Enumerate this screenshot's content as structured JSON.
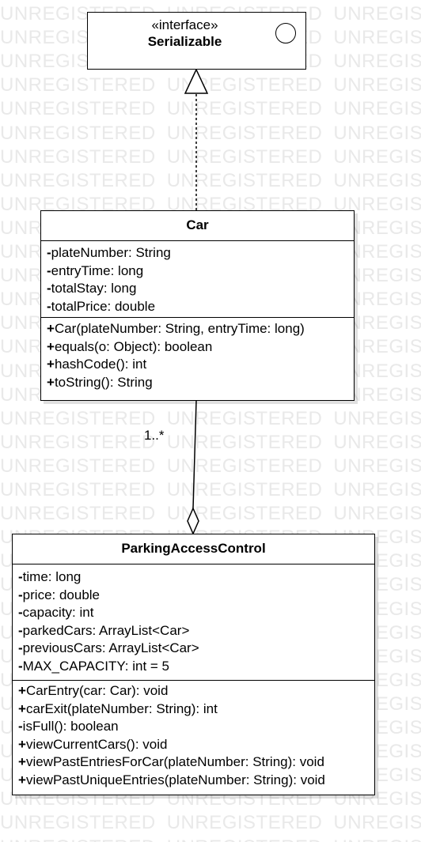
{
  "watermark": "UNREGISTERED",
  "interface": {
    "stereotype": "«interface»",
    "name": "Serializable"
  },
  "car": {
    "name": "Car",
    "attributes": [
      {
        "vis": "-",
        "text": "plateNumber: String"
      },
      {
        "vis": "-",
        "text": "entryTime: long"
      },
      {
        "vis": "-",
        "text": "totalStay: long"
      },
      {
        "vis": "-",
        "text": "totalPrice: double"
      }
    ],
    "methods": [
      {
        "vis": "+",
        "text": "Car(plateNumber: String, entryTime: long)"
      },
      {
        "vis": "+",
        "text": "equals(o: Object): boolean"
      },
      {
        "vis": "+",
        "text": "hashCode(): int"
      },
      {
        "vis": "+",
        "text": "toString(): String"
      }
    ]
  },
  "association": {
    "multiplicity": "1..*"
  },
  "parking": {
    "name": "ParkingAccessControl",
    "attributes": [
      {
        "vis": "-",
        "text": "time: long"
      },
      {
        "vis": "-",
        "text": "price: double"
      },
      {
        "vis": "-",
        "text": "capacity: int"
      },
      {
        "vis": "-",
        "text": "parkedCars: ArrayList<Car>"
      },
      {
        "vis": "-",
        "text": "previousCars: ArrayList<Car>"
      },
      {
        "vis": "-",
        "text": "MAX_CAPACITY: int = 5"
      }
    ],
    "methods": [
      {
        "vis": "+",
        "text": "CarEntry(car: Car): void"
      },
      {
        "vis": "+",
        "text": "carExit(plateNumber: String): int"
      },
      {
        "vis": "-",
        "text": "isFull(): boolean"
      },
      {
        "vis": "+",
        "text": "viewCurrentCars(): void"
      },
      {
        "vis": "+",
        "text": "viewPastEntriesForCar(plateNumber: String): void"
      },
      {
        "vis": "+",
        "text": "viewPastUniqueEntries(plateNumber: String): void"
      }
    ]
  }
}
